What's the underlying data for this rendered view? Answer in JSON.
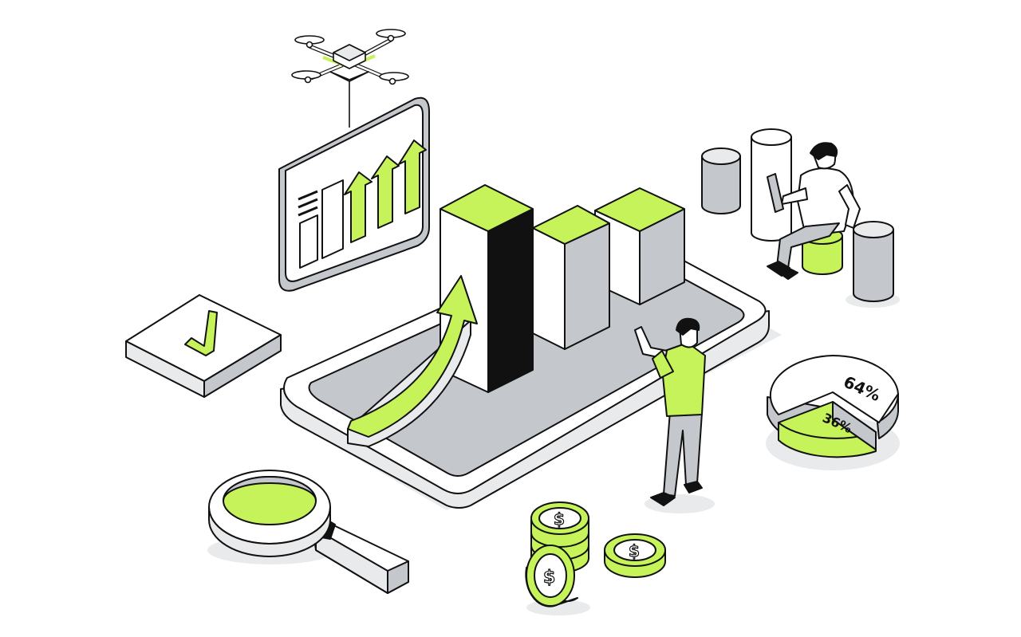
{
  "colors": {
    "accent": "#c6f25a",
    "outline": "#111111",
    "light_gray": "#e9eaec",
    "mid_gray": "#c4c7cc",
    "dark_gray": "#a9adb3",
    "white": "#ffffff",
    "black": "#111111"
  },
  "pie": {
    "large_label": "64%",
    "small_label": "36%",
    "large_value": 64,
    "small_value": 36
  },
  "coins": {
    "symbol": "$"
  },
  "icons": [
    "drone-icon",
    "monitor-chart-icon",
    "checkmark-tile-icon",
    "magnifier-icon",
    "pie-chart-icon",
    "coin-stack-icon",
    "tablet-platform-icon",
    "growth-arrow-icon",
    "cylinder-icon"
  ]
}
